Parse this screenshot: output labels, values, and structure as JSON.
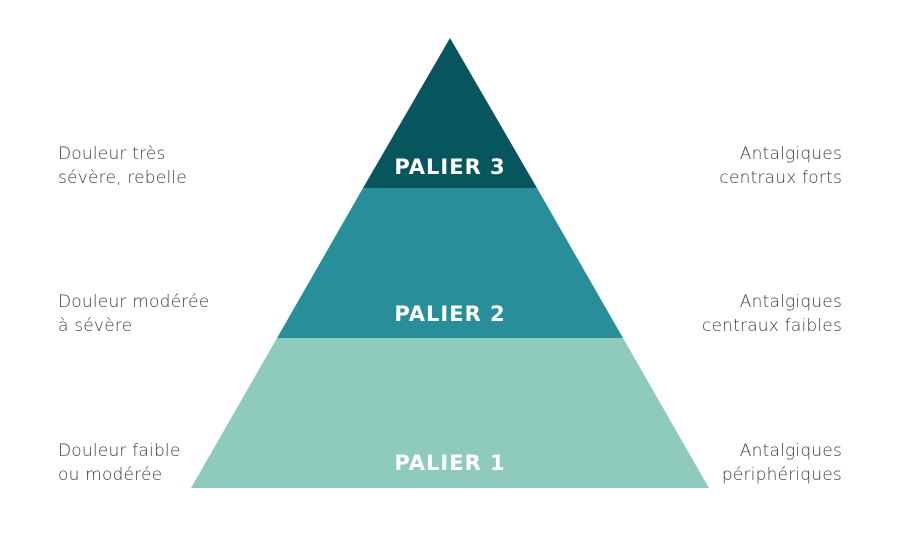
{
  "tiers": [
    {
      "label": "PALIER 3",
      "left_text": [
        "Douleur très",
        "sévère, rebelle"
      ],
      "right_text": [
        "Antalgiques",
        "centraux forts"
      ],
      "color": "#07565e"
    },
    {
      "label": "PALIER 2",
      "left_text": [
        "Douleur modérée",
        "à sévère"
      ],
      "right_text": [
        "Antalgiques",
        "centraux faibles"
      ],
      "color": "#288f9a"
    },
    {
      "label": "PALIER 1",
      "left_text": [
        "Douleur faible",
        "ou modérée"
      ],
      "right_text": [
        "Antalgiques",
        "périphériques"
      ],
      "color": "#8fcbbd"
    }
  ]
}
